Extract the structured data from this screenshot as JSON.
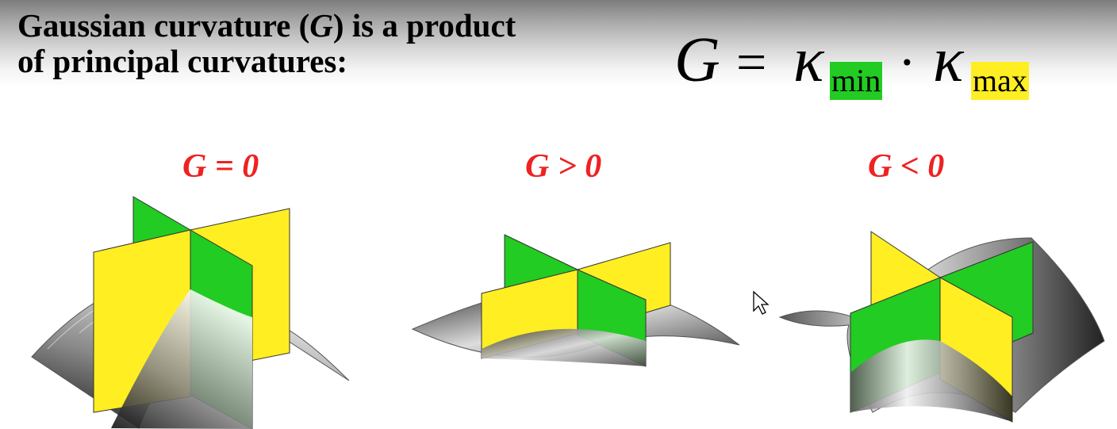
{
  "heading": {
    "line1_before": "Gaussian curvature (",
    "line1_var": "G",
    "line1_after": ") is a product",
    "line2": "of principal curvatures:"
  },
  "formula": {
    "lhs": "G",
    "equals": "=",
    "kappa": "κ",
    "dot": "·",
    "sub_min": "min",
    "sub_max": "max"
  },
  "panels": [
    {
      "label": "G = 0"
    },
    {
      "label": "G > 0"
    },
    {
      "label": "G < 0"
    }
  ],
  "colors": {
    "min_plane": "#22cc22",
    "max_plane": "#ffee22",
    "label": "#ee2222"
  },
  "icons": {
    "cursor": "mouse-pointer-icon"
  }
}
